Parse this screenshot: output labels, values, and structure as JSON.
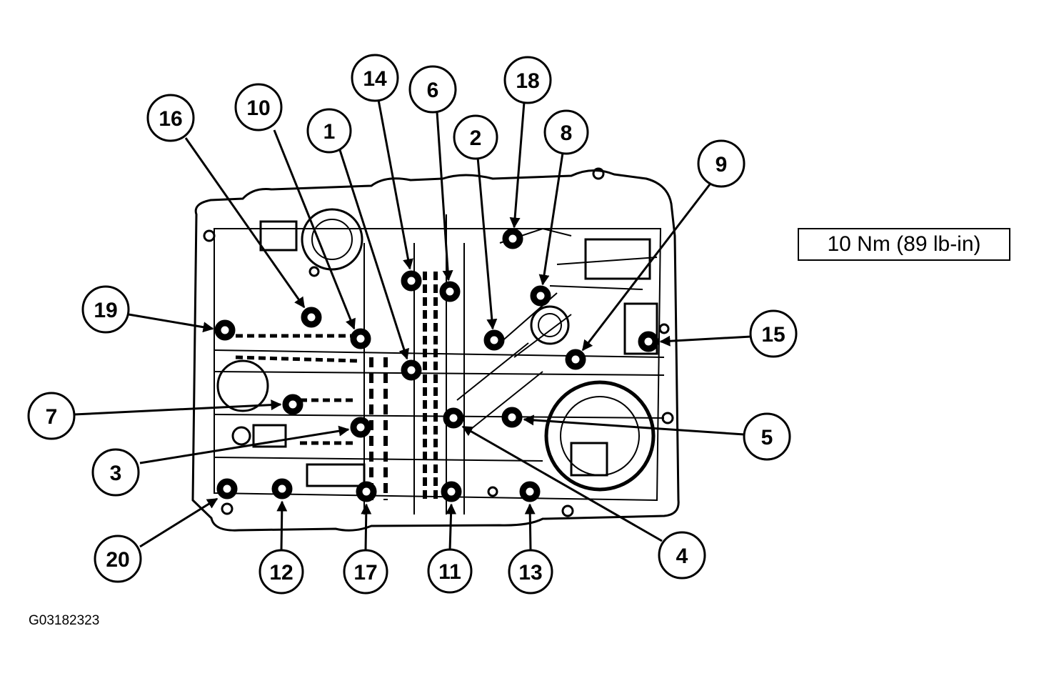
{
  "torque_spec": "10 Nm (89 lb-in)",
  "figure_id": "G03182323",
  "callouts": [
    "1",
    "2",
    "3",
    "4",
    "5",
    "6",
    "7",
    "8",
    "9",
    "10",
    "11",
    "12",
    "13",
    "14",
    "15",
    "16",
    "17",
    "18",
    "19",
    "20"
  ]
}
